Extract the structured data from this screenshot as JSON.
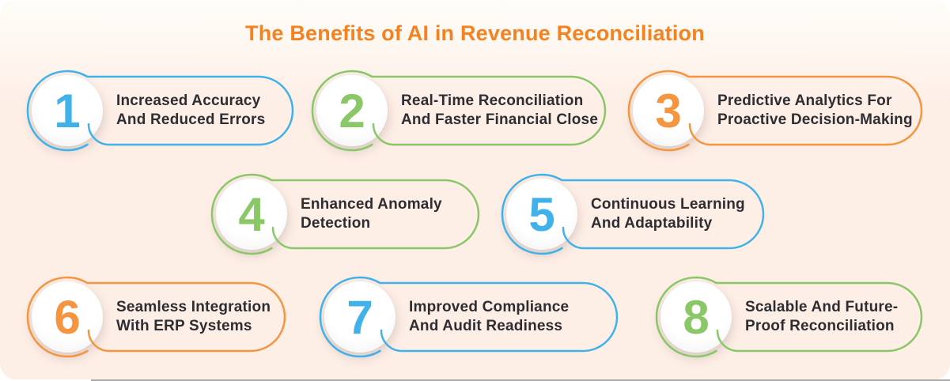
{
  "title": "The Benefits of AI in Revenue Reconciliation",
  "colors": {
    "title": "#F5821F",
    "blue": "#41B1EA",
    "green": "#8AC767",
    "orange": "#F6953F",
    "card_background_top": "#FFFDF9",
    "card_background": "#FDEEE6",
    "label_text": "#2D2D32",
    "badge_fill": "#FFFFFF"
  },
  "benefits": [
    {
      "number": "1",
      "color": "#41B1EA",
      "label_line1": "Increased Accuracy",
      "label_line2": "And Reduced Errors"
    },
    {
      "number": "2",
      "color": "#8AC767",
      "label_line1": "Real-Time Reconciliation",
      "label_line2": "And Faster Financial Close"
    },
    {
      "number": "3",
      "color": "#F6953F",
      "label_line1": "Predictive Analytics For",
      "label_line2": "Proactive Decision-Making"
    },
    {
      "number": "4",
      "color": "#8AC767",
      "label_line1": "Enhanced Anomaly",
      "label_line2": "Detection"
    },
    {
      "number": "5",
      "color": "#41B1EA",
      "label_line1": "Continuous Learning",
      "label_line2": "And Adaptability"
    },
    {
      "number": "6",
      "color": "#F6953F",
      "label_line1": "Seamless Integration",
      "label_line2": "With ERP Systems"
    },
    {
      "number": "7",
      "color": "#41B1EA",
      "label_line1": "Improved Compliance",
      "label_line2": "And Audit Readiness"
    },
    {
      "number": "8",
      "color": "#8AC767",
      "label_line1": "Scalable And Future-",
      "label_line2": "Proof Reconciliation"
    }
  ]
}
